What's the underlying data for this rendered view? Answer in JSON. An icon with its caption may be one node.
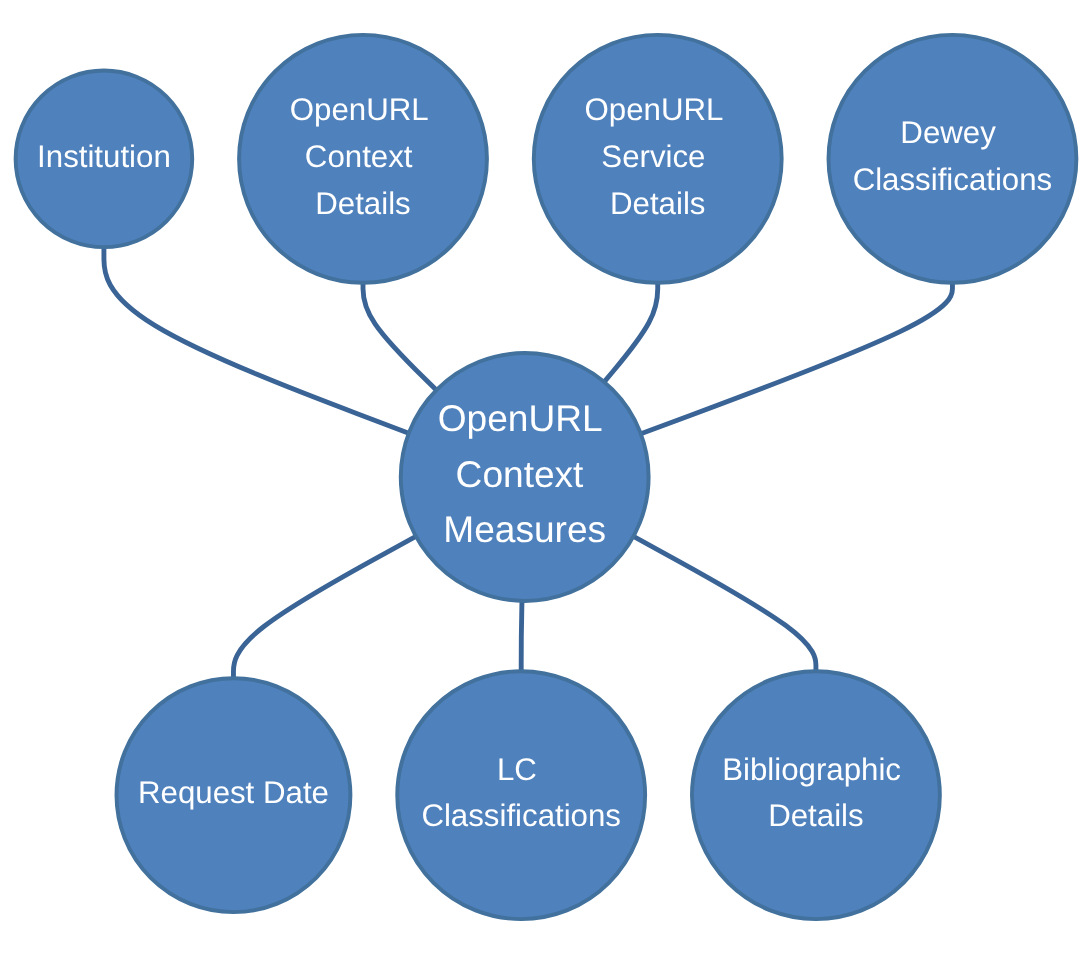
{
  "diagram": {
    "nodes": [
      {
        "text": [
          "Institution"
        ]
      },
      {
        "text": [
          "OpenURL Context Details"
        ]
      },
      {
        "text": [
          "OpenURL Service Details"
        ]
      },
      {
        "text": [
          "Dewey Classifications"
        ]
      },
      {
        "text": [
          "OpenURL Context Measures"
        ]
      },
      {
        "text": [
          "Request Date"
        ]
      },
      {
        "text": [
          "LC Classifications"
        ]
      },
      {
        "text": [
          "Bibliographic Details"
        ]
      }
    ],
    "edges": [
      {
        "from": 0,
        "to": 4,
        "arrow": "none"
      },
      {
        "from": 1,
        "to": 4,
        "arrow": "none"
      },
      {
        "from": 2,
        "to": 4,
        "arrow": "none"
      },
      {
        "from": 3,
        "to": 4,
        "arrow": "none"
      },
      {
        "from": 4,
        "to": 5,
        "arrow": "none"
      },
      {
        "from": 4,
        "to": 6,
        "arrow": "none"
      },
      {
        "from": 4,
        "to": 7,
        "arrow": "none"
      }
    ]
  }
}
